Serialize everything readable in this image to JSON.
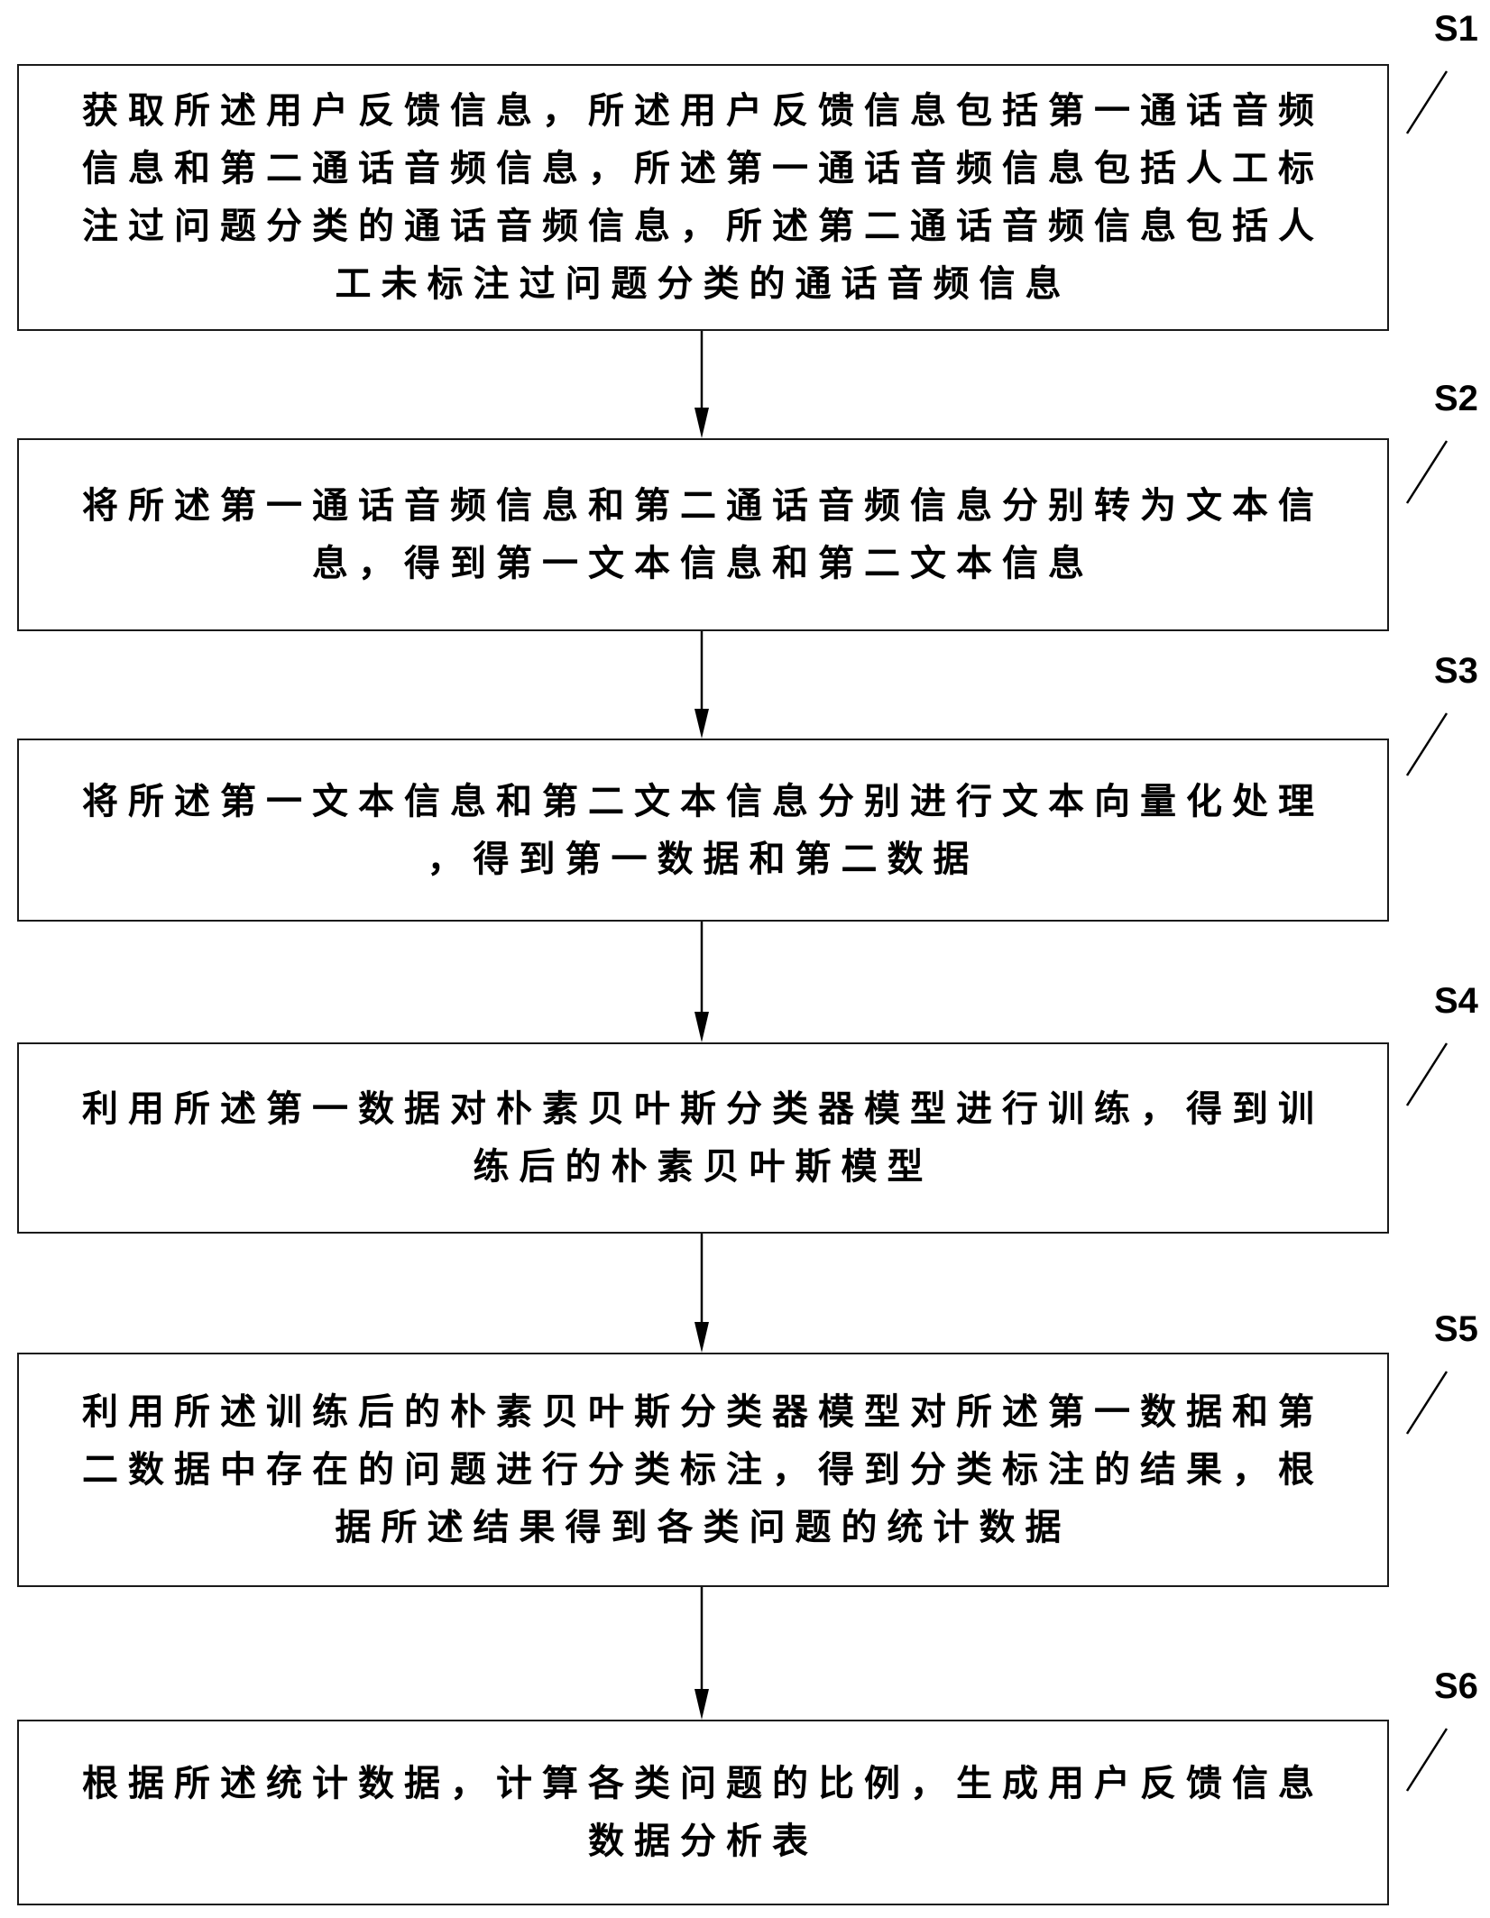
{
  "diagram": {
    "type": "flowchart",
    "steps": [
      {
        "label": "S1",
        "lines": [
          "获取所述用户反馈信息，所述用户反馈信息包括第一通话音频",
          "信息和第二通话音频信息，所述第一通话音频信息包括人工标",
          "注过问题分类的通话音频信息，所述第二通话音频信息包括人",
          "工未标注过问题分类的通话音频信息"
        ]
      },
      {
        "label": "S2",
        "lines": [
          "将所述第一通话音频信息和第二通话音频信息分别转为文本信",
          "息，得到第一文本信息和第二文本信息"
        ]
      },
      {
        "label": "S3",
        "lines": [
          "将所述第一文本信息和第二文本信息分别进行文本向量化处理",
          "，得到第一数据和第二数据"
        ]
      },
      {
        "label": "S4",
        "lines": [
          "利用所述第一数据对朴素贝叶斯分类器模型进行训练，得到训",
          "练后的朴素贝叶斯模型"
        ]
      },
      {
        "label": "S5",
        "lines": [
          "利用所述训练后的朴素贝叶斯分类器模型对所述第一数据和第",
          "二数据中存在的问题进行分类标注，得到分类标注的结果，根",
          "据所述结果得到各类问题的统计数据"
        ]
      },
      {
        "label": "S6",
        "lines": [
          "根据所述统计数据，计算各类问题的比例，生成用户反馈信息",
          "数据分析表"
        ]
      }
    ],
    "connections": [
      {
        "from": "S1",
        "to": "S2"
      },
      {
        "from": "S2",
        "to": "S3"
      },
      {
        "from": "S3",
        "to": "S4"
      },
      {
        "from": "S4",
        "to": "S5"
      },
      {
        "from": "S5",
        "to": "S6"
      }
    ]
  }
}
